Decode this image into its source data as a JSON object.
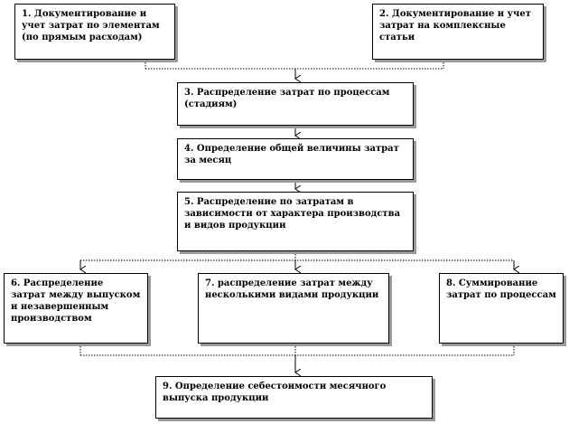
{
  "steps": [
    {
      "id": 1,
      "label": "1. Документирование и учет затрат по элементам (по прямым расходам)"
    },
    {
      "id": 2,
      "label": "2. Документирование и учет затрат на комплексные статьи"
    },
    {
      "id": 3,
      "label": "3. Распределение затрат по процессам (стадиям)"
    },
    {
      "id": 4,
      "label": "4. Определение  общей величины затрат за месяц"
    },
    {
      "id": 5,
      "label": "5. Распределение  по затратам в зависимости от характера производства и видов продукции"
    },
    {
      "id": 6,
      "label": "6. Распределение затрат между выпуском и незавершенным производством"
    },
    {
      "id": 7,
      "label": "7. распределение затрат между несколькими видами продукции"
    },
    {
      "id": 8,
      "label": "8. Суммирование затрат по процессам"
    },
    {
      "id": 9,
      "label": "9. Определение  себестоимости месячного выпуска продукции"
    }
  ]
}
